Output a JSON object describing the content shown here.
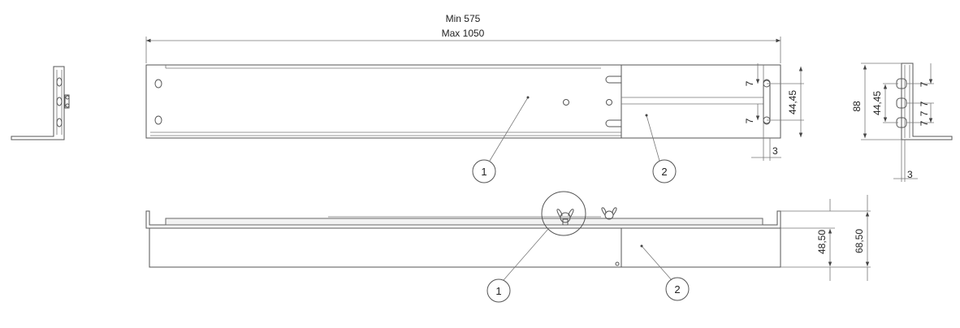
{
  "overall_dimension": {
    "min": "Min 575",
    "max": "Max 1050"
  },
  "side_dims": {
    "seven_top": "7",
    "seven_bottom": "7",
    "pitch": "44,45",
    "edge": "3"
  },
  "end_view_dims": {
    "height": "88",
    "pitch": "44,45",
    "seven_a": "7",
    "seven_b": "7",
    "seven_c": "7",
    "seven_d": "7",
    "edge": "3"
  },
  "bottom_dims": {
    "inner_height": "48,50",
    "total_height": "68,50"
  },
  "balloons": {
    "top_1": "1",
    "top_2": "2",
    "bottom_1": "1",
    "bottom_2": "2"
  }
}
